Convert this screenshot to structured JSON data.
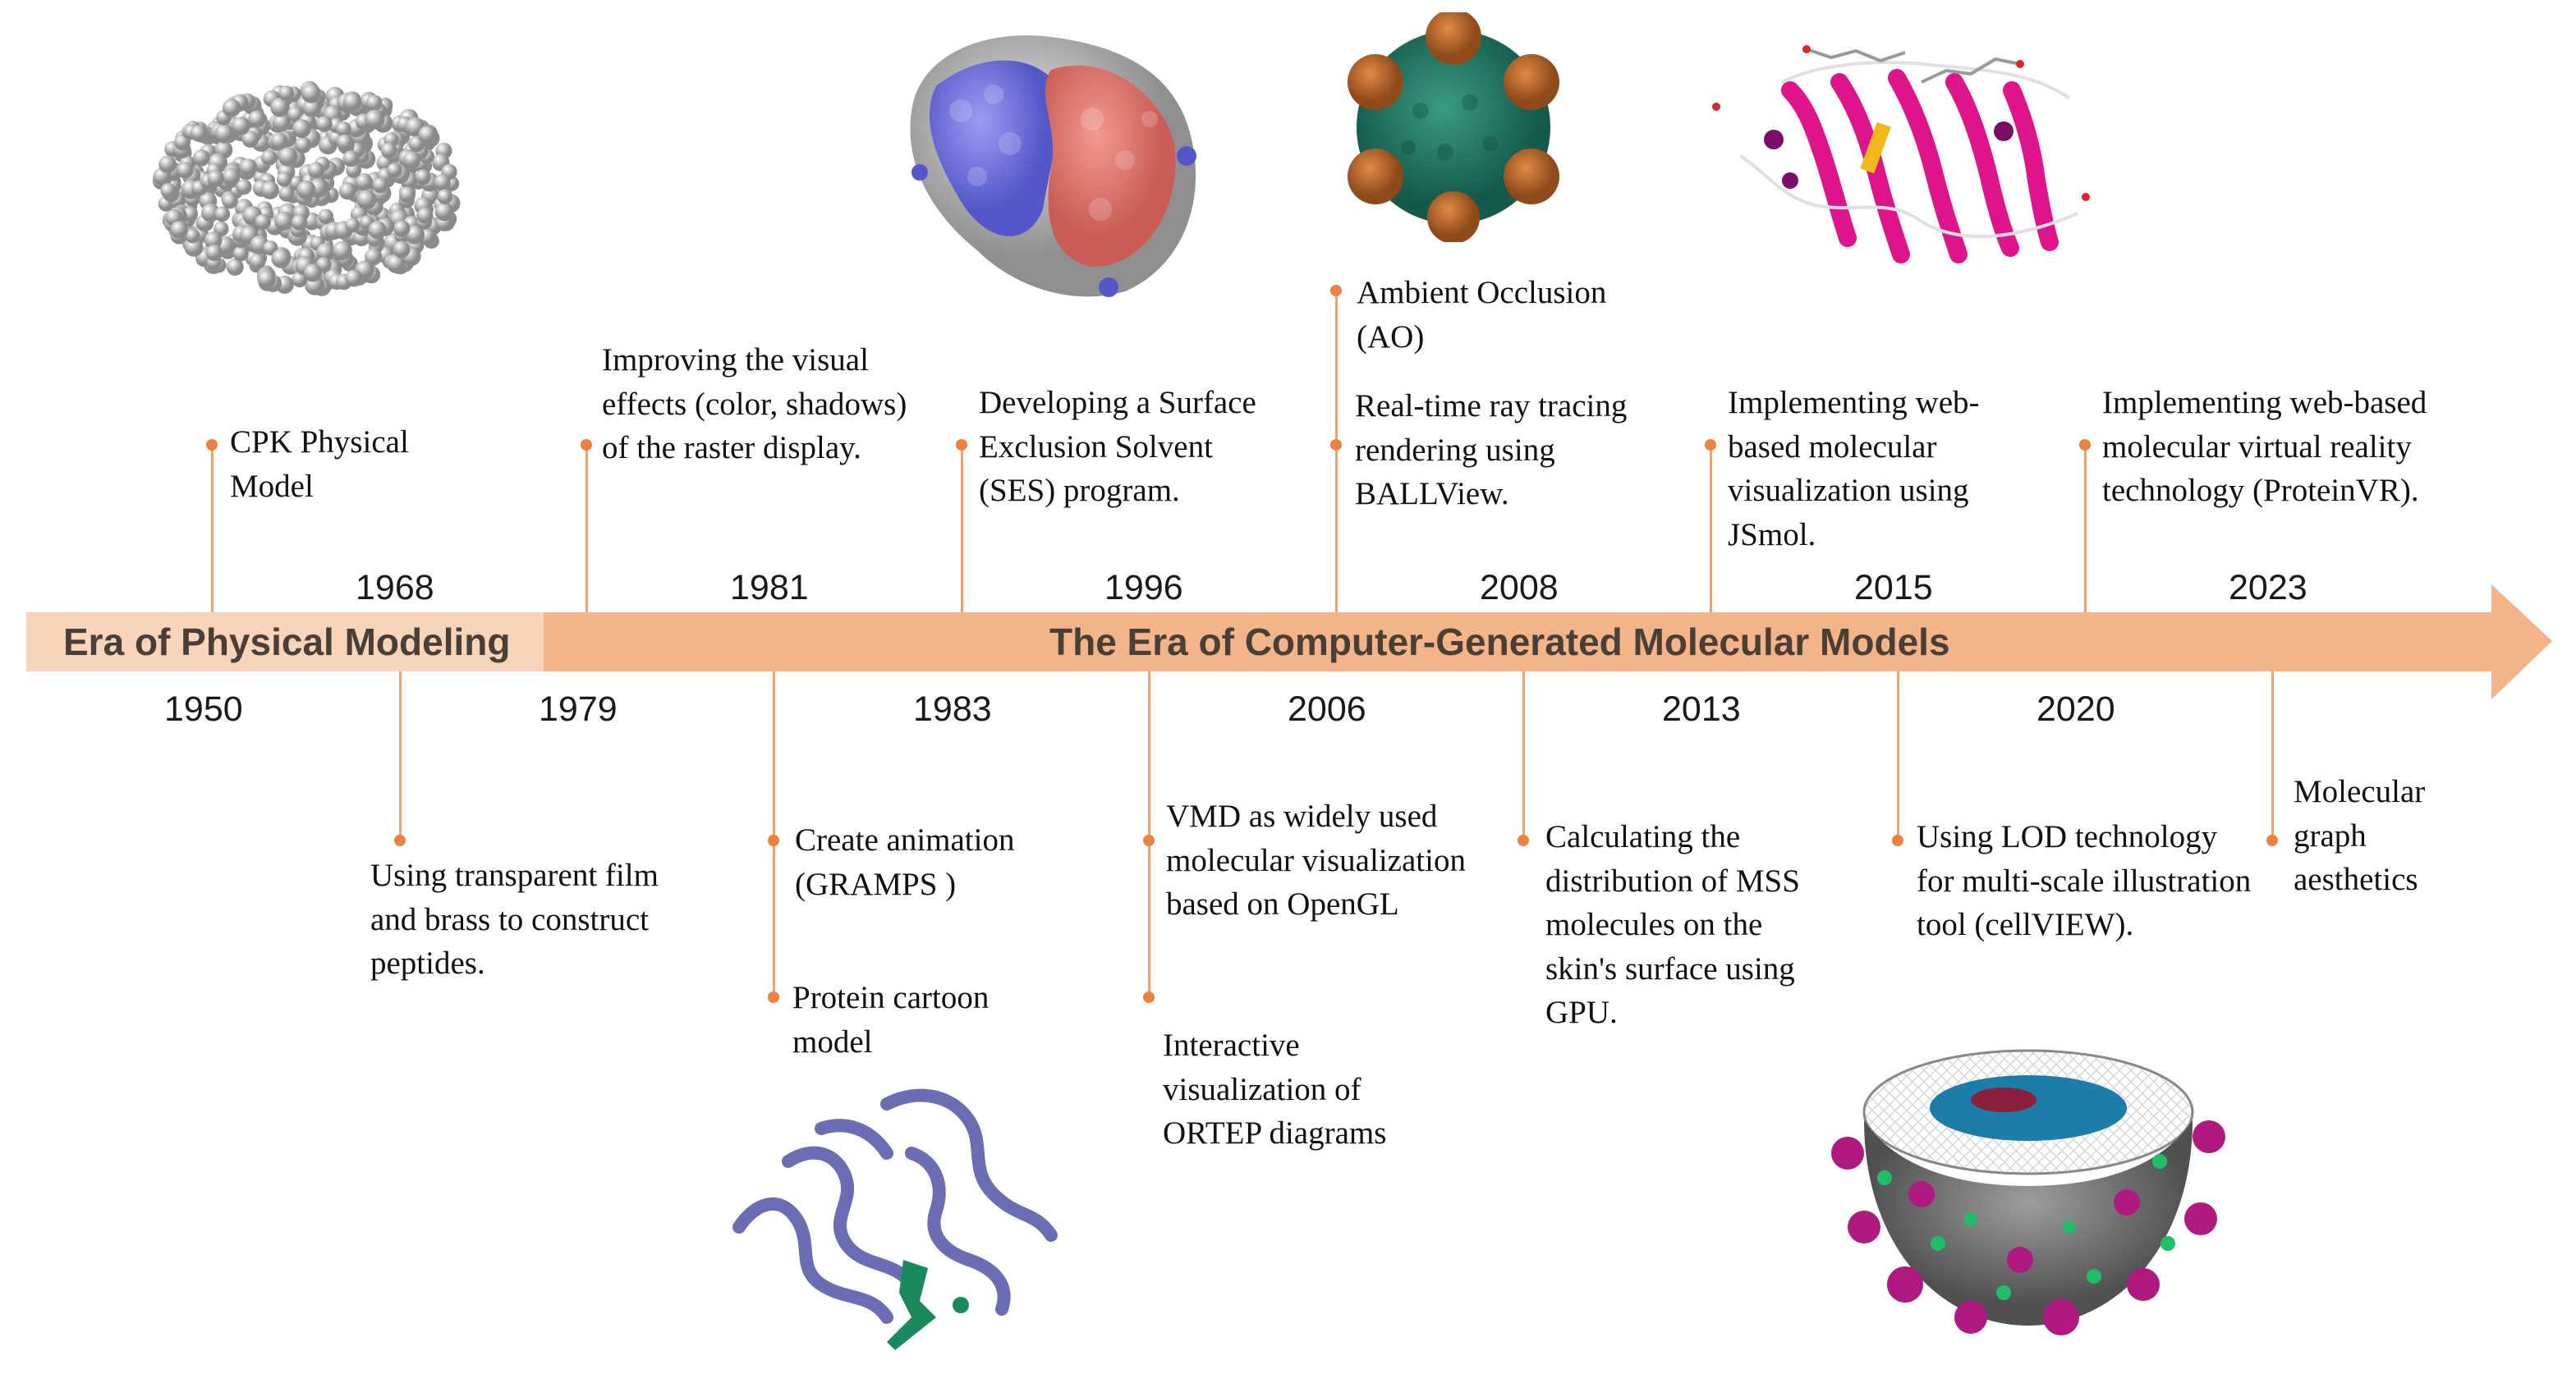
{
  "colors": {
    "arrow": "#f3b489",
    "era1_fill": "#f8d4bb",
    "connector": "#f0a26f",
    "dot": "#ec8140",
    "era_text": "#4a3f36"
  },
  "eras": {
    "physical": "Era of Physical Modeling",
    "computer": "The Era of Computer-Generated Molecular Models"
  },
  "years": {
    "above": [
      "1968",
      "1981",
      "1996",
      "2008",
      "2015",
      "2023"
    ],
    "below": [
      "1950",
      "1979",
      "1983",
      "2006",
      "2013",
      "2020"
    ]
  },
  "events": {
    "y1968": "CPK Physical Model",
    "y1981": "Improving the visual effects (color, shadows) of the raster display.",
    "y1996": "Developing a Surface Exclusion Solvent (SES) program.",
    "y2008_ao": "Ambient Occlusion (AO)",
    "y2008_rt": "Real-time ray tracing rendering using BALLView.",
    "y2015": "Implementing web-based molecular visualization using JSmol.",
    "y2023": "Implementing web-based molecular virtual reality technology (ProteinVR).",
    "y1950": "Using transparent film and brass to construct peptides.",
    "y1979_anim": "Create animation (GRAMPS )",
    "y1979_cartoon": "Protein cartoon model",
    "y1983_vmd": "VMD as widely used molecular visualization  based on OpenGL",
    "y1983_ortep": "Interactive visualization of ORTEP diagrams",
    "y2006": "Calculating the distribution of MSS molecules on the skin's surface using GPU.",
    "y2013": "Using LOD technology for multi-scale illustration tool (cellVIEW).",
    "y2020": "Molecular graph aesthetics"
  },
  "icons": [
    "cpk-sphere-model-icon",
    "surface-model-icon",
    "ambient-occlusion-capsid-icon",
    "ribbon-membrane-protein-icon",
    "protein-cartoon-icon",
    "cellview-mesoscale-icon"
  ]
}
